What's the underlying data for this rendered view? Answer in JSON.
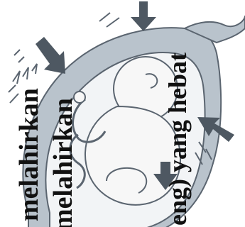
{
  "illustration": {
    "subject": "fetus-in-womb-contraction",
    "colors": {
      "uterus_fill": "#b9c3cc",
      "uterus_outline": "#5b6570",
      "amniotic_fill": "#f2f4f6",
      "baby_fill": "#f7f7f7",
      "arrow_fill": "#4e5862",
      "background": "#ffffff"
    }
  },
  "captions": {
    "line1": "melahirkan",
    "line2": "melahirkan",
    "line3": "eng) yang hebat"
  }
}
